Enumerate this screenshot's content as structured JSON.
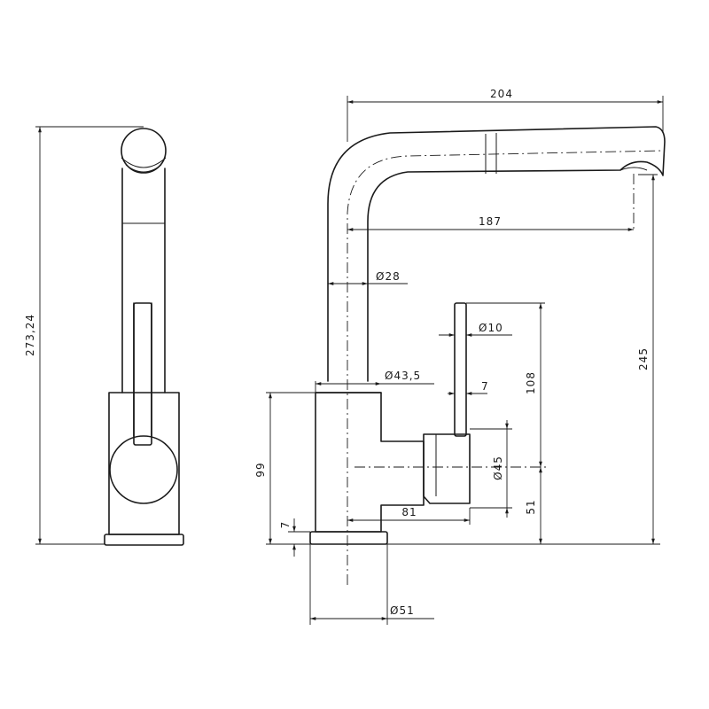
{
  "dimensions": {
    "total_height_side": "273,24",
    "reach_overall": "204",
    "reach_spout": "187",
    "spout_height": "245",
    "spout_diameter": "Ø28",
    "lever_diameter": "Ø10",
    "body_diameter": "Ø43,5",
    "lever_offset": "7",
    "lever_height": "108",
    "body_height": "99",
    "cartridge_diameter": "Ø45",
    "lever_axis_height": "51",
    "lever_reach": "81",
    "base_thickness": "7",
    "base_diameter": "Ø51"
  }
}
